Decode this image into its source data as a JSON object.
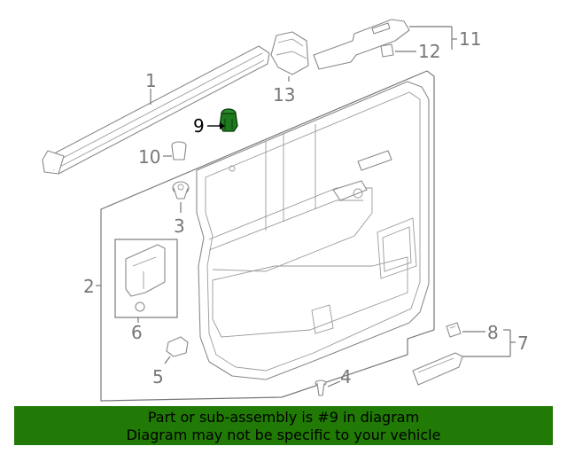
{
  "callouts": {
    "c1": "1",
    "c2": "2",
    "c3": "3",
    "c4": "4",
    "c5": "5",
    "c6": "6",
    "c7": "7",
    "c8": "8",
    "c9": "9",
    "c10": "10",
    "c11": "11",
    "c12": "12",
    "c13": "13"
  },
  "highlight": {
    "part_number": "9",
    "color": "#1f7a1f"
  },
  "banner": {
    "line1": "Part or sub-assembly is #9 in diagram",
    "line2": "Diagram may not be specific to your vehicle",
    "background": "#217a05"
  }
}
